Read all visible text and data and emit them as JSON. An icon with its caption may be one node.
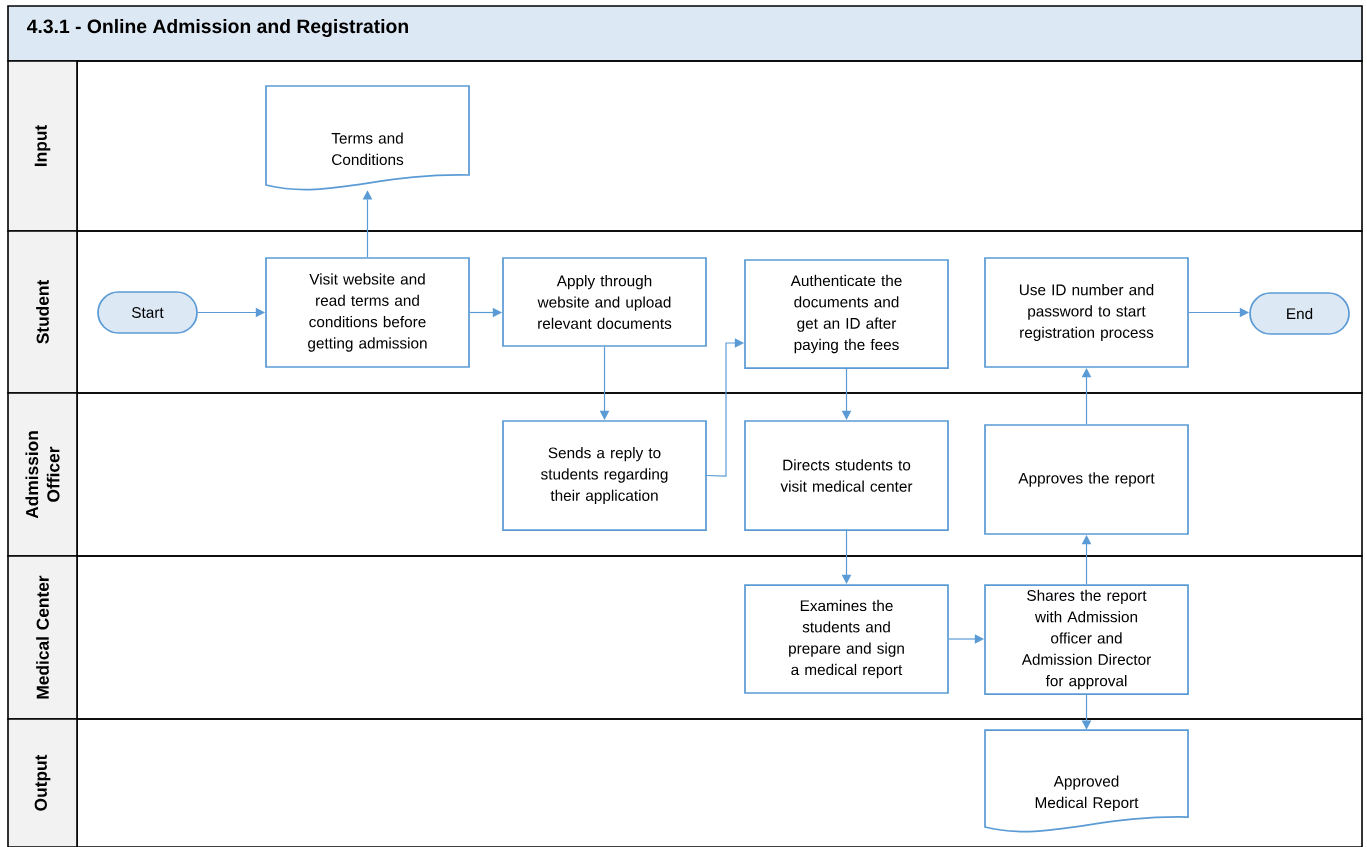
{
  "diagram": {
    "title": "4.3.1 - Online Admission and Registration",
    "nodes": [
      {
        "text": [
          "Input"
        ]
      },
      {
        "text": [
          "Student"
        ]
      },
      {
        "text": [
          "Admission Officer"
        ]
      },
      {
        "text": [
          "Medical Center"
        ]
      },
      {
        "text": [
          "Output"
        ]
      },
      {
        "text": [
          "Terms and Conditions"
        ],
        "in": 0
      },
      {
        "text": [
          "Start"
        ],
        "in": 1
      },
      {
        "text": [
          "Visit website and read terms and conditions before getting admission"
        ],
        "in": 1
      },
      {
        "text": [
          "Apply through website and upload relevant documents"
        ],
        "in": 1
      },
      {
        "text": [
          "Authenticate the documents and get an ID after paying the fees"
        ],
        "in": 1
      },
      {
        "text": [
          "Use ID number and password to start registration process"
        ],
        "in": 1
      },
      {
        "text": [
          "End"
        ],
        "in": 1
      },
      {
        "text": [
          "Sends a reply to students regarding their application"
        ],
        "in": 2
      },
      {
        "text": [
          "Directs students to visit medical center"
        ],
        "in": 2
      },
      {
        "text": [
          "Approves the report"
        ],
        "in": 2
      },
      {
        "text": [
          "Examines the students and prepare and sign a medical report"
        ],
        "in": 3
      },
      {
        "text": [
          "Shares the report with Admission officer and Admission Director for approval"
        ],
        "in": 3
      },
      {
        "text": [
          "Approved Medical Report"
        ],
        "in": 4
      }
    ],
    "edges": [
      {
        "from": 6,
        "to": 7,
        "arrow": "to"
      },
      {
        "from": 7,
        "to": 5,
        "arrow": "to"
      },
      {
        "from": 7,
        "to": 8,
        "arrow": "to"
      },
      {
        "from": 8,
        "to": 12,
        "arrow": "to"
      },
      {
        "from": 12,
        "to": 9,
        "arrow": "to"
      },
      {
        "from": 9,
        "to": 13,
        "arrow": "to"
      },
      {
        "from": 13,
        "to": 15,
        "arrow": "to"
      },
      {
        "from": 15,
        "to": 16,
        "arrow": "to"
      },
      {
        "from": 16,
        "to": 14,
        "arrow": "to"
      },
      {
        "from": 14,
        "to": 10,
        "arrow": "to"
      },
      {
        "from": 10,
        "to": 11,
        "arrow": "to"
      },
      {
        "from": 16,
        "to": 17,
        "arrow": "to"
      }
    ]
  }
}
